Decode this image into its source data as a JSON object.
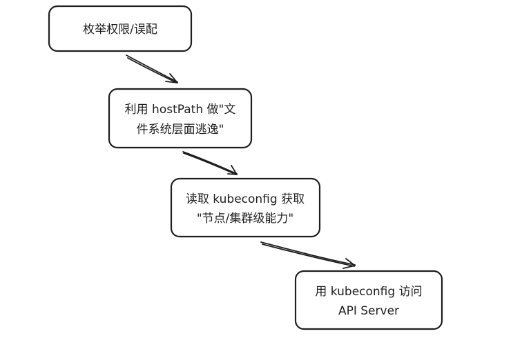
{
  "nodes": [
    {
      "id": "step1",
      "lines": [
        "枚举权限/误配"
      ]
    },
    {
      "id": "step2",
      "lines": [
        "利用 hostPath 做\"文",
        "件系统层面逃逸\""
      ]
    },
    {
      "id": "step3",
      "lines": [
        "读取 kubeconfig 获取",
        "\"节点/集群级能力\""
      ]
    },
    {
      "id": "step4",
      "lines": [
        "用 kubeconfig 访问",
        "API Server"
      ]
    }
  ],
  "edges": [
    {
      "from": "step1",
      "to": "step2"
    },
    {
      "from": "step2",
      "to": "step3"
    },
    {
      "from": "step3",
      "to": "step4"
    }
  ],
  "colors": {
    "stroke": "#1e1e1e",
    "background": "#ffffff"
  }
}
